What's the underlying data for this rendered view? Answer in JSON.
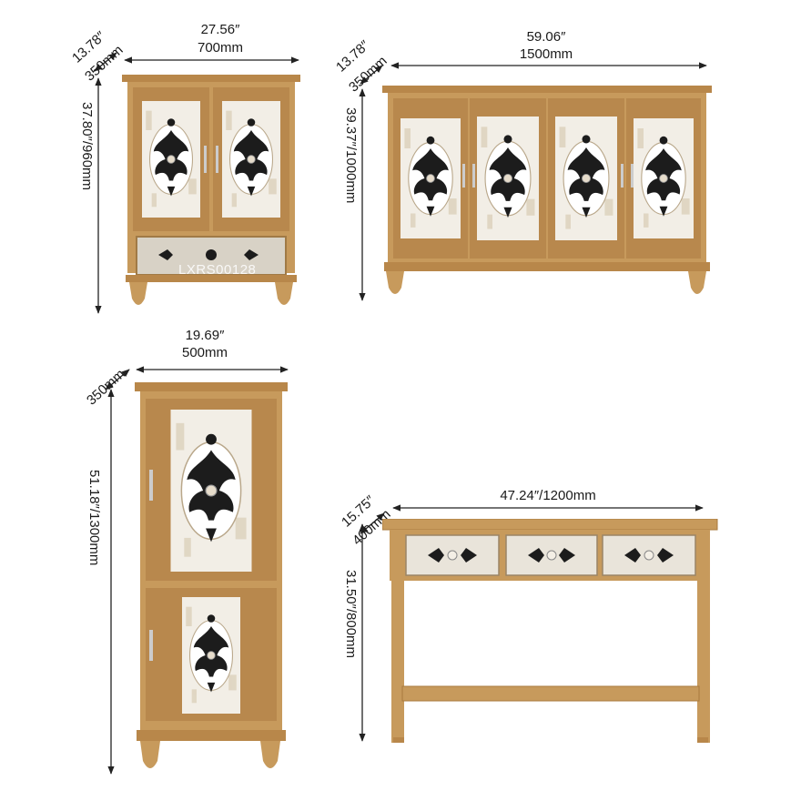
{
  "watermark": "LXRS00128",
  "products": [
    {
      "name": "cabinet-2-door",
      "depth_in": "13.78″",
      "depth_mm": "350mm",
      "width_in": "27.56″",
      "width_mm": "700mm",
      "height_label": "37.80″/960mm"
    },
    {
      "name": "sideboard-4-door",
      "depth_in": "13.78″",
      "depth_mm": "350mm",
      "width_in": "59.06″",
      "width_mm": "1500mm",
      "height_label": "39.37″/1000mm"
    },
    {
      "name": "tall-cabinet",
      "depth_mm": "350mm",
      "width_in": "19.69″",
      "width_mm": "500mm",
      "height_label": "51.18″/1300mm"
    },
    {
      "name": "console-table",
      "depth_in": "15.75″",
      "depth_mm": "400mm",
      "width_label": "47.24″/1200mm",
      "height_label": "31.50″/800mm"
    }
  ],
  "colors": {
    "wood": "#c79a5c",
    "wood_dark": "#a87a3e",
    "panel": "#f2eee6",
    "carving": "#1c1c1c",
    "dim_line": "#222222"
  }
}
